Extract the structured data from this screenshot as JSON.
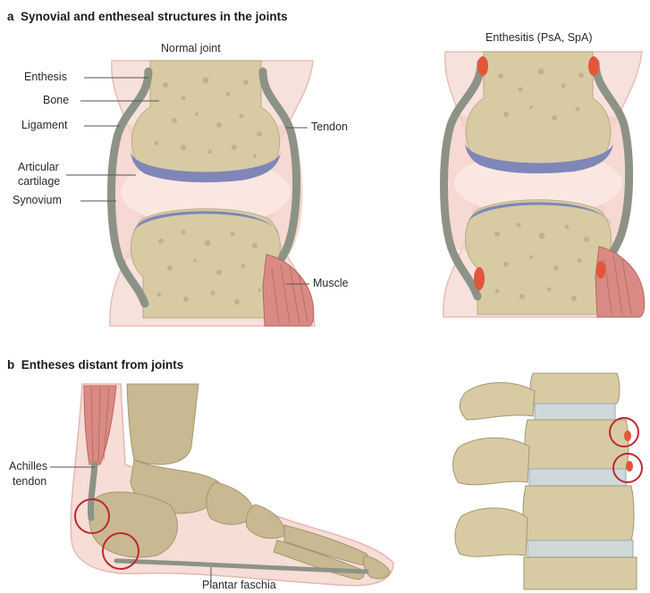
{
  "panel_a": {
    "letter": "a",
    "title": "Synovial and entheseal structures in the joints",
    "normal_label": "Normal joint",
    "enthesitis_label": "Enthesitis (PsA, SpA)",
    "labels": {
      "enthesis": "Enthesis",
      "bone": "Bone",
      "ligament": "Ligament",
      "articular_1": "Articular",
      "articular_2": "cartilage",
      "synovium": "Synovium",
      "tendon": "Tendon",
      "muscle": "Muscle"
    }
  },
  "panel_b": {
    "letter": "b",
    "title": "Entheses distant from joints",
    "labels": {
      "achilles_1": "Achilles",
      "achilles_2": "tendon",
      "plantar": "Plantar faschia"
    }
  },
  "colors": {
    "bone": "#d8cba4",
    "bone_dots": "#b7a97f",
    "cartilage": "#7f86b8",
    "synovium_fill": "#f7dcd6",
    "skin": "#f3d5cf",
    "ligament": "#8c9386",
    "muscle": "#d98a84",
    "inflammation": "#e2563a",
    "circle": "#c0282c"
  }
}
